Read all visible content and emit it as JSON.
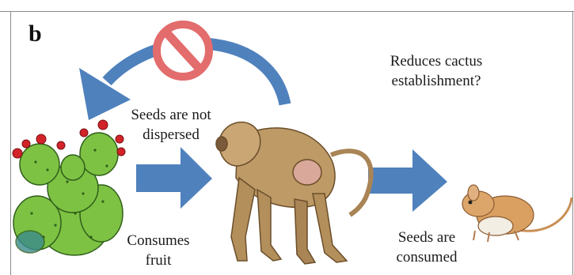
{
  "panel_label": "b",
  "captions": {
    "seeds_not_dispersed": [
      "Seeds are not",
      "dispersed"
    ],
    "reduces_establishment": [
      "Reduces cactus",
      "establishment?"
    ],
    "consumes_fruit": [
      "Consumes",
      "fruit"
    ],
    "seeds_consumed": [
      "Seeds are",
      "consumed"
    ]
  },
  "icons": [
    "prohibition-icon",
    "curved-arrow-icon",
    "right-arrow-icon",
    "cactus-illustration",
    "baboon-illustration",
    "rodent-illustration"
  ],
  "colors": {
    "arrow_blue": "#4f81bd",
    "prohibition_red": "#e36c6c",
    "cactus_green": "#7ec244",
    "cactus_flower": "#d2232a"
  }
}
